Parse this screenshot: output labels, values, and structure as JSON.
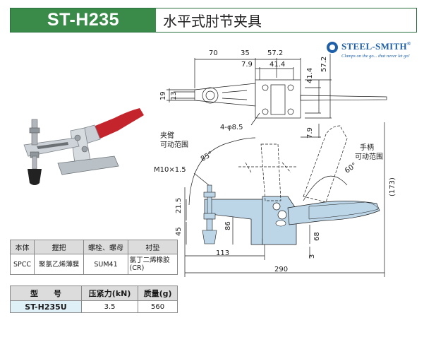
{
  "header": {
    "model": "ST-H235",
    "title": "水平式肘节夹具"
  },
  "logo": {
    "name": "STEEL-SMITH",
    "reg": "®",
    "tagline": "Clamps on the go... that never let go!"
  },
  "dimensions": {
    "top_70": "70",
    "top_35": "35",
    "top_57_2": "57.2",
    "top_7_9": "7.9",
    "top_41_4": "41.4",
    "right_41_4": "41.4",
    "right_57_2": "57.2",
    "right_7_9": "7.9",
    "left_19": "19",
    "left_13": "13",
    "hole": "4-φ8.5",
    "thread": "M10×1.5",
    "arm_angle": "85°",
    "handle_angle": "60°",
    "h_173": "(173)",
    "h_21_5": "21.5",
    "h_45": "45",
    "h_86": "86",
    "h_68": "68",
    "h_3": "3",
    "w_113": "113",
    "w_290": "290"
  },
  "labels": {
    "arm_range_1": "夹臂",
    "arm_range_2": "可动范围",
    "handle_range_1": "手柄",
    "handle_range_2": "可动范围"
  },
  "spec_table": {
    "headers": [
      "本体",
      "握把",
      "螺栓、螺母",
      "衬垫"
    ],
    "row": [
      "SPCC",
      "聚氯乙烯薄膜",
      "SUM41",
      "氯丁二烯橡胶\n(CR)"
    ]
  },
  "model_table": {
    "headers": [
      "型　　号",
      "压紧力(kN)",
      "质量(g)"
    ],
    "row": [
      "ST-H235U",
      "3.5",
      "560"
    ]
  },
  "colors": {
    "header_green": "#3a8a4a",
    "brand_blue": "#1d5fa8",
    "body_blue": "#bcd6e8",
    "handle_red": "#c4242c"
  }
}
